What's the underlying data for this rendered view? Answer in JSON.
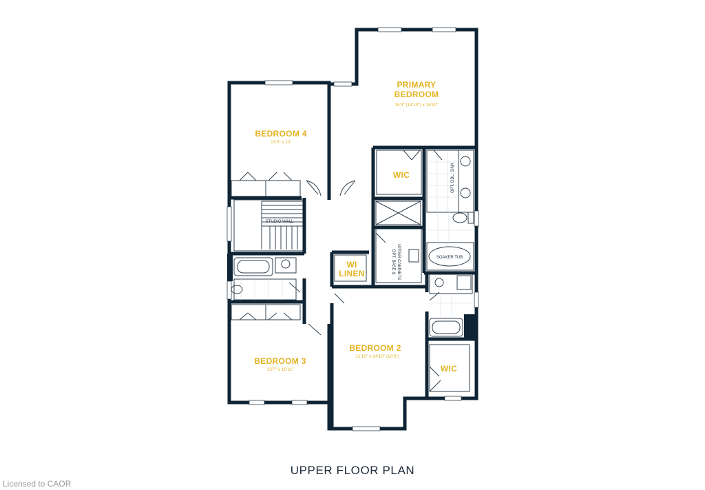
{
  "title": "UPPER FLOOR PLAN",
  "credit": "Licensed to CAOR",
  "colors": {
    "wall": "#0f2434",
    "label": "#e3b323",
    "thin": "#2f3f4e"
  },
  "rooms": {
    "primary": {
      "name_line1": "PRIMARY",
      "name_line2": "BEDROOM",
      "dims": "15'4\" (13'10\") x 15'10\""
    },
    "bedroom4": {
      "name": "BEDROOM 4",
      "dims": "13'3\" x 13'"
    },
    "bedroom3": {
      "name": "BEDROOM 3",
      "dims": "13'7\" x 10'11\""
    },
    "bedroom2": {
      "name": "BEDROOM 2",
      "dims": "12'10\" x 14'10\" (10'5\")"
    },
    "wic_primary": {
      "name": "WIC"
    },
    "wic_bed2": {
      "name": "WIC"
    },
    "linen": {
      "line1": "WI",
      "line2": "LINEN"
    }
  },
  "notes": {
    "studio_wall": "STUDIO WALL",
    "soaker_tub": "SOAKER TUB",
    "opt_dbl_sink": "OPT. DBL. SINK",
    "opt_base_1": "OPT. BASE &",
    "opt_base_2": "UPPER CABINETS"
  }
}
